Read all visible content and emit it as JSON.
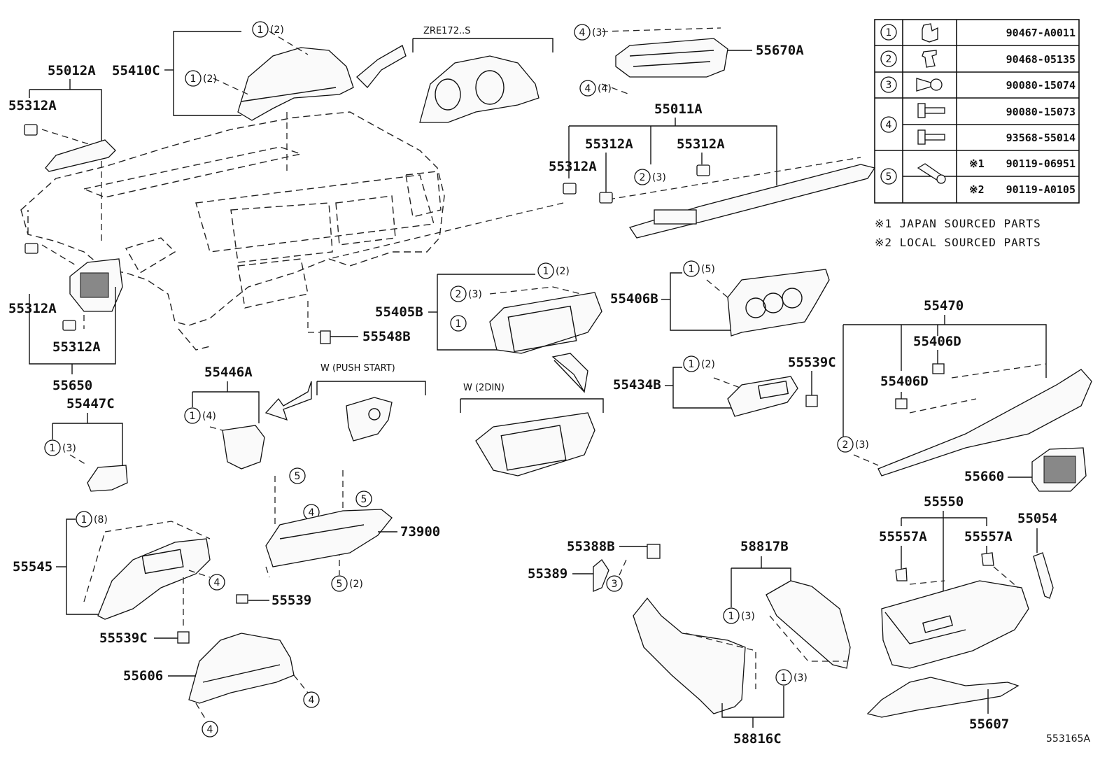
{
  "callouts": {
    "p55012A": "55012A",
    "p55312A_tl": "55312A",
    "p55410C": "55410C",
    "zre": "ZRE172..S",
    "p55670A": "55670A",
    "p55011A": "55011A",
    "p55312A_m1": "55312A",
    "p55312A_m2": "55312A",
    "p55312A_m3": "55312A",
    "p55312A_l1": "55312A",
    "p55312A_l2": "55312A",
    "p55650": "55650",
    "p55405B": "55405B",
    "p55548B": "55548B",
    "p55406B": "55406B",
    "p55446A": "55446A",
    "push_start": "W (PUSH START)",
    "twodin": "W (2DIN)",
    "p55447C": "55447C",
    "p55434B": "55434B",
    "p55539C_r": "55539C",
    "p55470": "55470",
    "p55406D_1": "55406D",
    "p55406D_2": "55406D",
    "p55660": "55660",
    "p73900": "73900",
    "p55545": "55545",
    "p55539": "55539",
    "p55539C_l": "55539C",
    "p55606": "55606",
    "p55388B": "55388B",
    "p55389": "55389",
    "p58817B": "58817B",
    "p58816C": "58816C",
    "p55550": "55550",
    "p55557A_1": "55557A",
    "p55557A_2": "55557A",
    "p55054": "55054",
    "p55607": "55607",
    "diagram_id": "553165A"
  },
  "markers": {
    "m1": "1",
    "m2": "2",
    "m3": "3",
    "m4": "4",
    "m5": "5"
  },
  "quantities": {
    "q2": "(2)",
    "q3": "(3)",
    "q4": "(4)",
    "q5": "(5)",
    "q8": "(8)"
  },
  "fastener_table": {
    "rows": [
      {
        "key": "1",
        "part_no": "90467-A0011",
        "icon": "clip-icon"
      },
      {
        "key": "2",
        "part_no": "90468-05135",
        "icon": "clip-icon"
      },
      {
        "key": "3",
        "part_no": "90080-15074",
        "icon": "screw-icon"
      },
      {
        "key": "4",
        "part_no": "90080-15073",
        "icon": "bolt-icon"
      },
      {
        "key": "4",
        "part_no": "93568-55014",
        "icon": "bolt-icon"
      },
      {
        "key": "5",
        "part_no": "90119-06951",
        "prefix": "※1",
        "icon": "bolt-washer-icon"
      },
      {
        "key": "5",
        "part_no": "90119-A0105",
        "prefix": "※2",
        "icon": "bolt-washer-icon"
      }
    ]
  },
  "notes": {
    "n1": "※1 JAPAN SOURCED PARTS",
    "n2": "※2 LOCAL SOURCED PARTS"
  }
}
